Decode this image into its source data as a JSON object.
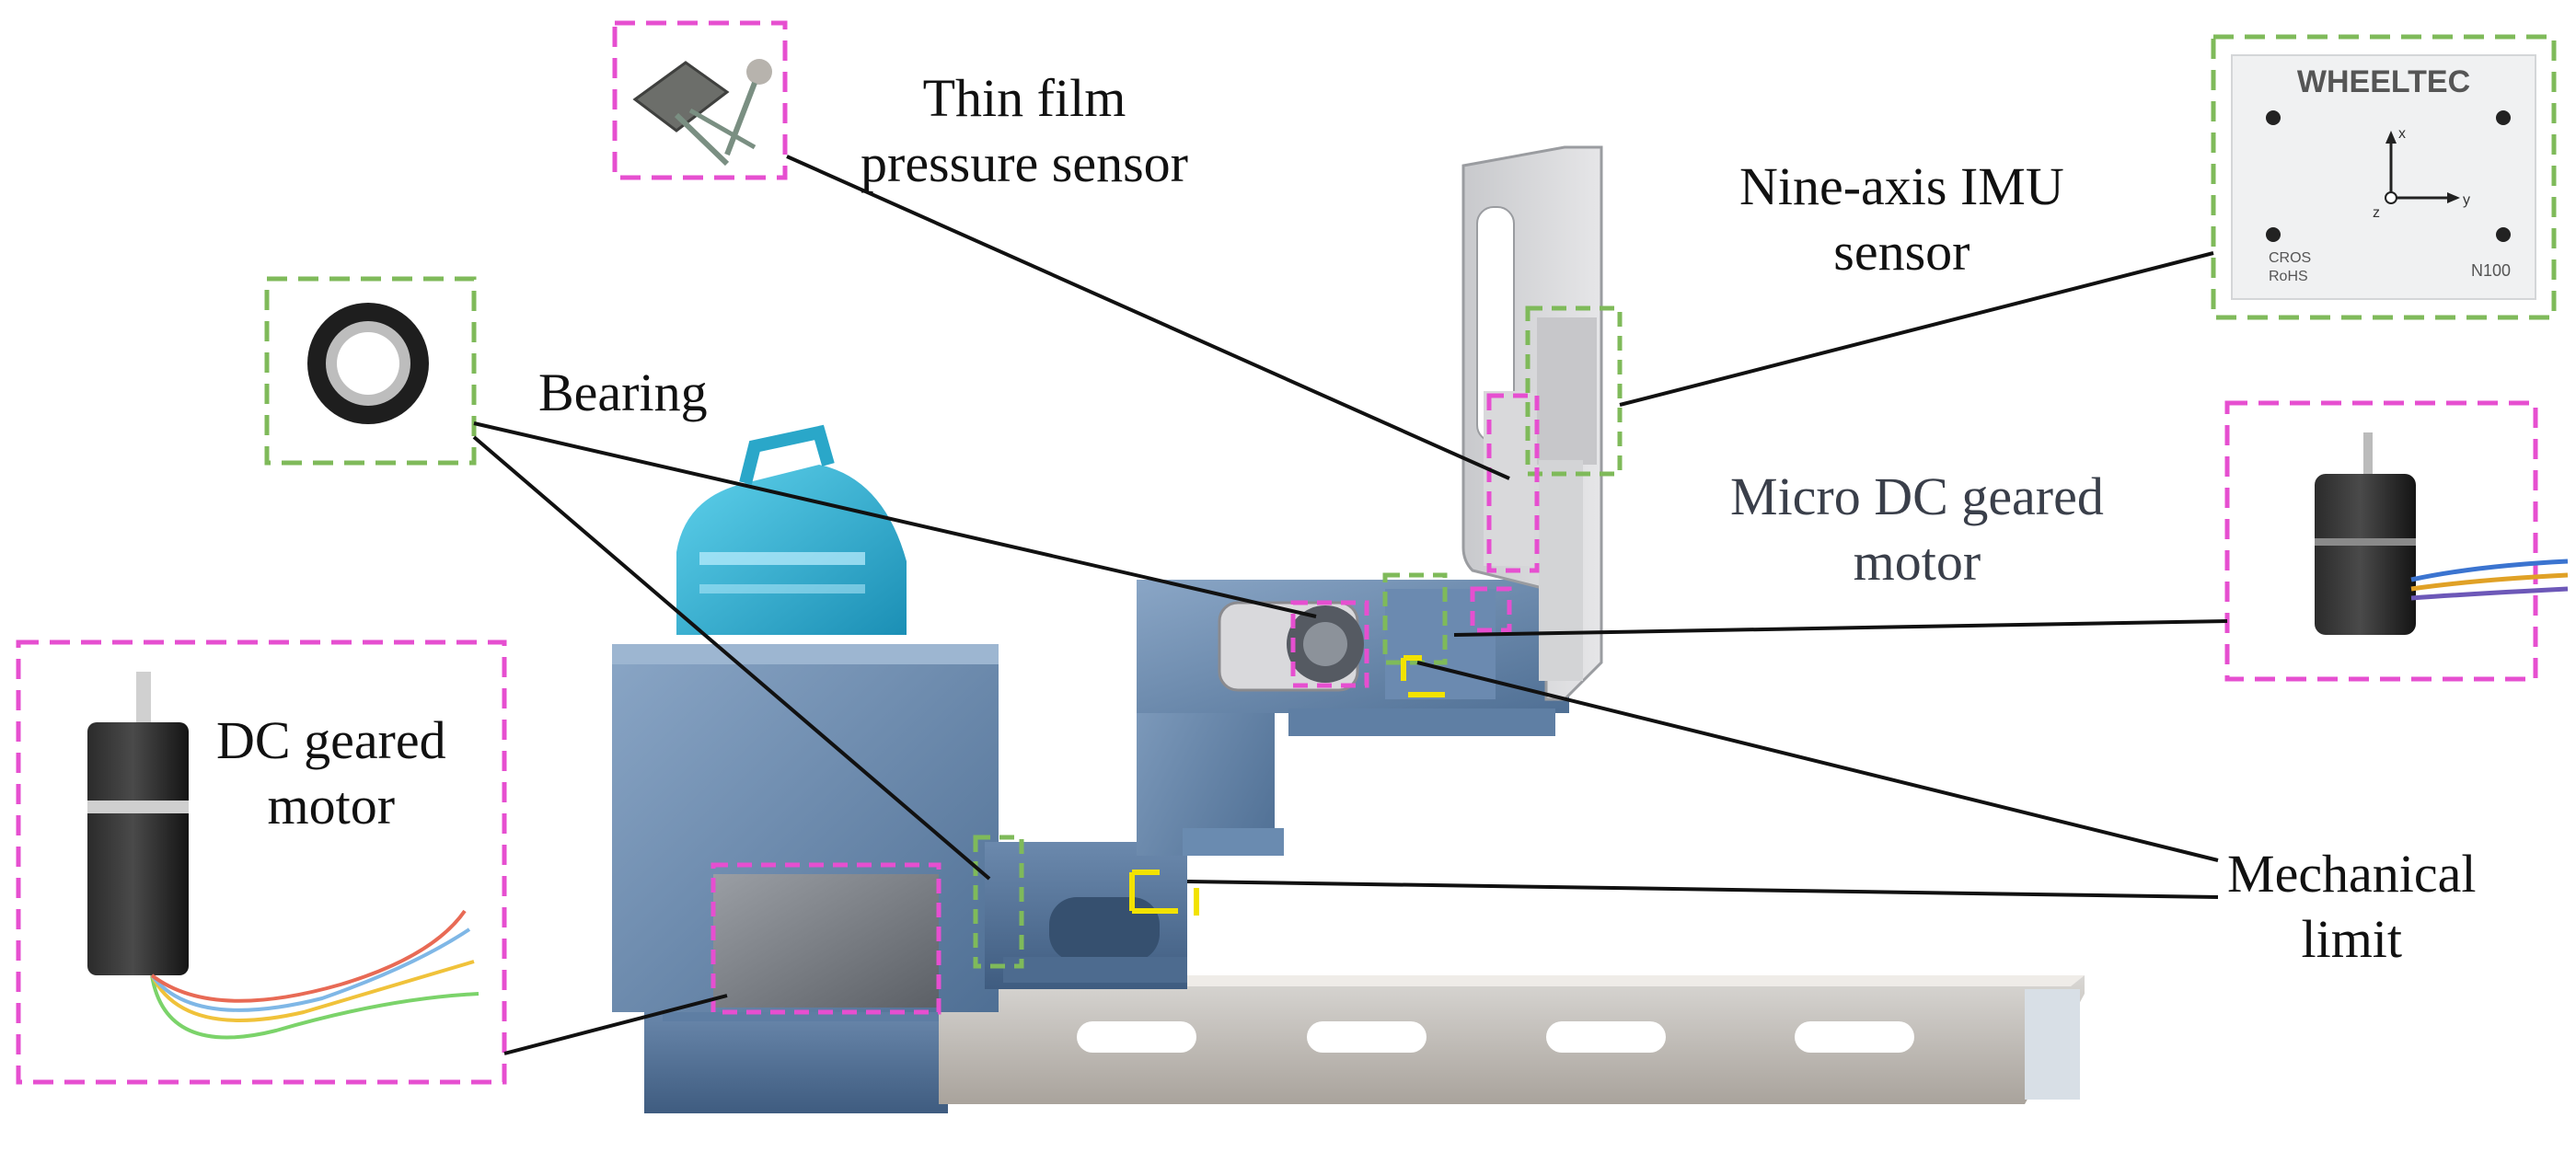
{
  "labels": {
    "thin_film": [
      "Thin film",
      "pressure sensor"
    ],
    "imu": [
      "Nine-axis IMU",
      "sensor"
    ],
    "bearing": [
      "Bearing"
    ],
    "micro_motor": [
      "Micro DC geared",
      "motor"
    ],
    "dc_motor": [
      "DC geared",
      "motor"
    ],
    "mech_limit": [
      "Mechanical",
      "limit"
    ]
  },
  "imu_board": {
    "brand": "WHEELTEC",
    "axis_x": "x",
    "axis_y": "y",
    "axis_z": "z",
    "model": "N100",
    "mark_1": "CROS",
    "mark_2": "RoHS"
  },
  "colors": {
    "pink_box": "#e64fd0",
    "green_box": "#7fba5a",
    "yellow_mark": "#f2e200",
    "leader_line": "#111111",
    "steel_blue": "#6f8fb3",
    "cyan_part": "#2aa7c9",
    "steel_grey": "#b9bcc0"
  }
}
